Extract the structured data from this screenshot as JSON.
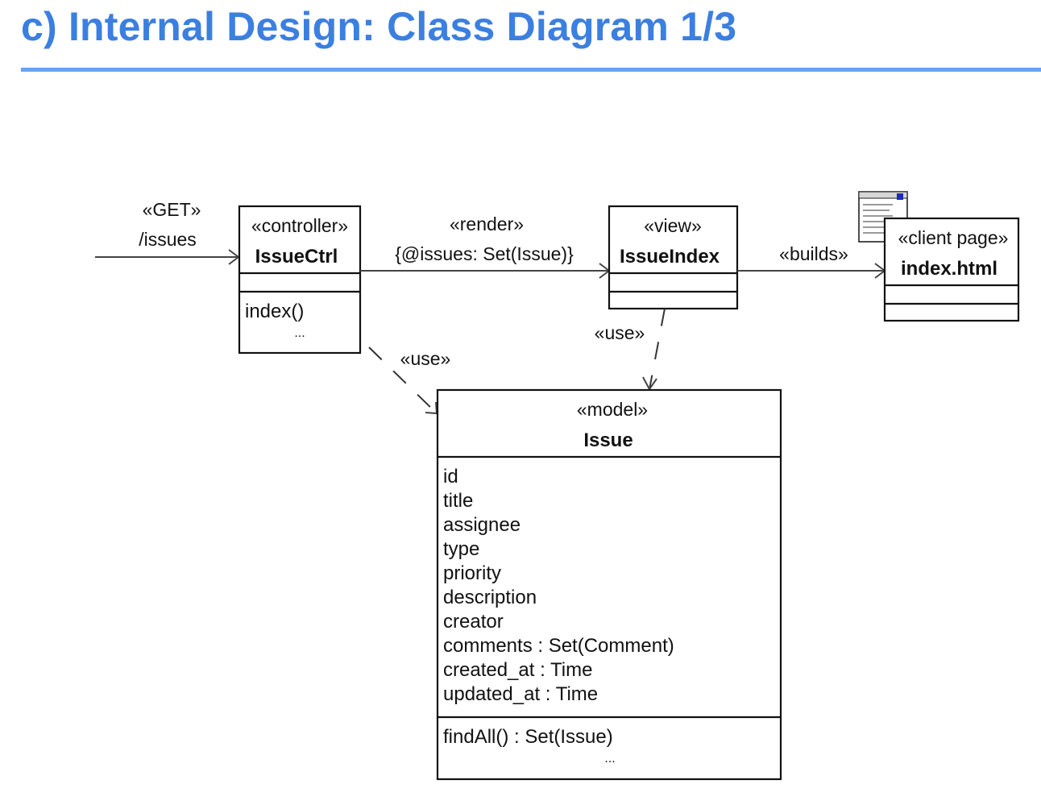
{
  "title": "c) Internal Design: Class Diagram 1/3",
  "request": {
    "stereotype": "«GET»",
    "path": "/issues"
  },
  "classes": {
    "controller": {
      "stereotype": "«controller»",
      "name": "IssueCtrl",
      "operations": [
        "index()"
      ],
      "ellipsis": "..."
    },
    "view": {
      "stereotype": "«view»",
      "name": "IssueIndex"
    },
    "client_page": {
      "stereotype": "«client page»",
      "name": "index.html",
      "icon": "web-page-icon"
    },
    "model": {
      "stereotype": "«model»",
      "name": "Issue",
      "attributes": [
        "id",
        "title",
        "assignee",
        "type",
        "priority",
        "description",
        "creator",
        "comments : Set(Comment)",
        "created_at : Time",
        "updated_at : Time"
      ],
      "operations": [
        "findAll() : Set(Issue)"
      ],
      "ellipsis": "..."
    }
  },
  "relations": {
    "render_stereotype": "«render»",
    "render_params": "{@issues: Set(Issue)}",
    "builds": "«builds»",
    "use_controller": "«use»",
    "use_view": "«use»"
  }
}
